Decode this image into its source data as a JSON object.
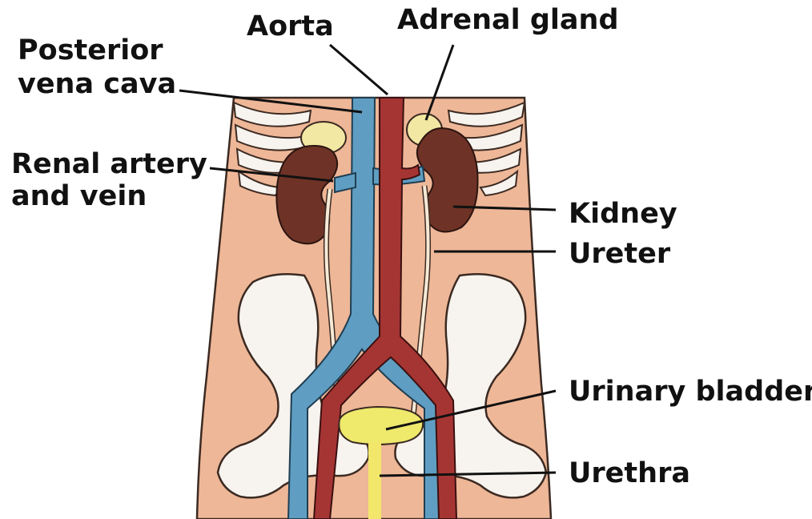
{
  "labels": {
    "aorta": "Aorta",
    "adrenal_gland": "Adrenal gland",
    "posterior_line1": "Posterior",
    "posterior_line2": "vena cava",
    "renal_line1": "Renal artery",
    "renal_line2": "and vein",
    "kidney": "Kidney",
    "ureter": "Ureter",
    "urinary_bladder": "Urinary bladder",
    "urethra": "Urethra"
  },
  "colors": {
    "skin": "#eeb797",
    "skin_outline": "#3b2a22",
    "kidney": "#6e3326",
    "vein": "#5f9ec2",
    "artery": "#a53533",
    "adrenal": "#f3e7a4",
    "bladder": "#efe96c",
    "bone": "#f7f3ee",
    "urethra": "#f2e76a",
    "leader_line": "#111111"
  }
}
